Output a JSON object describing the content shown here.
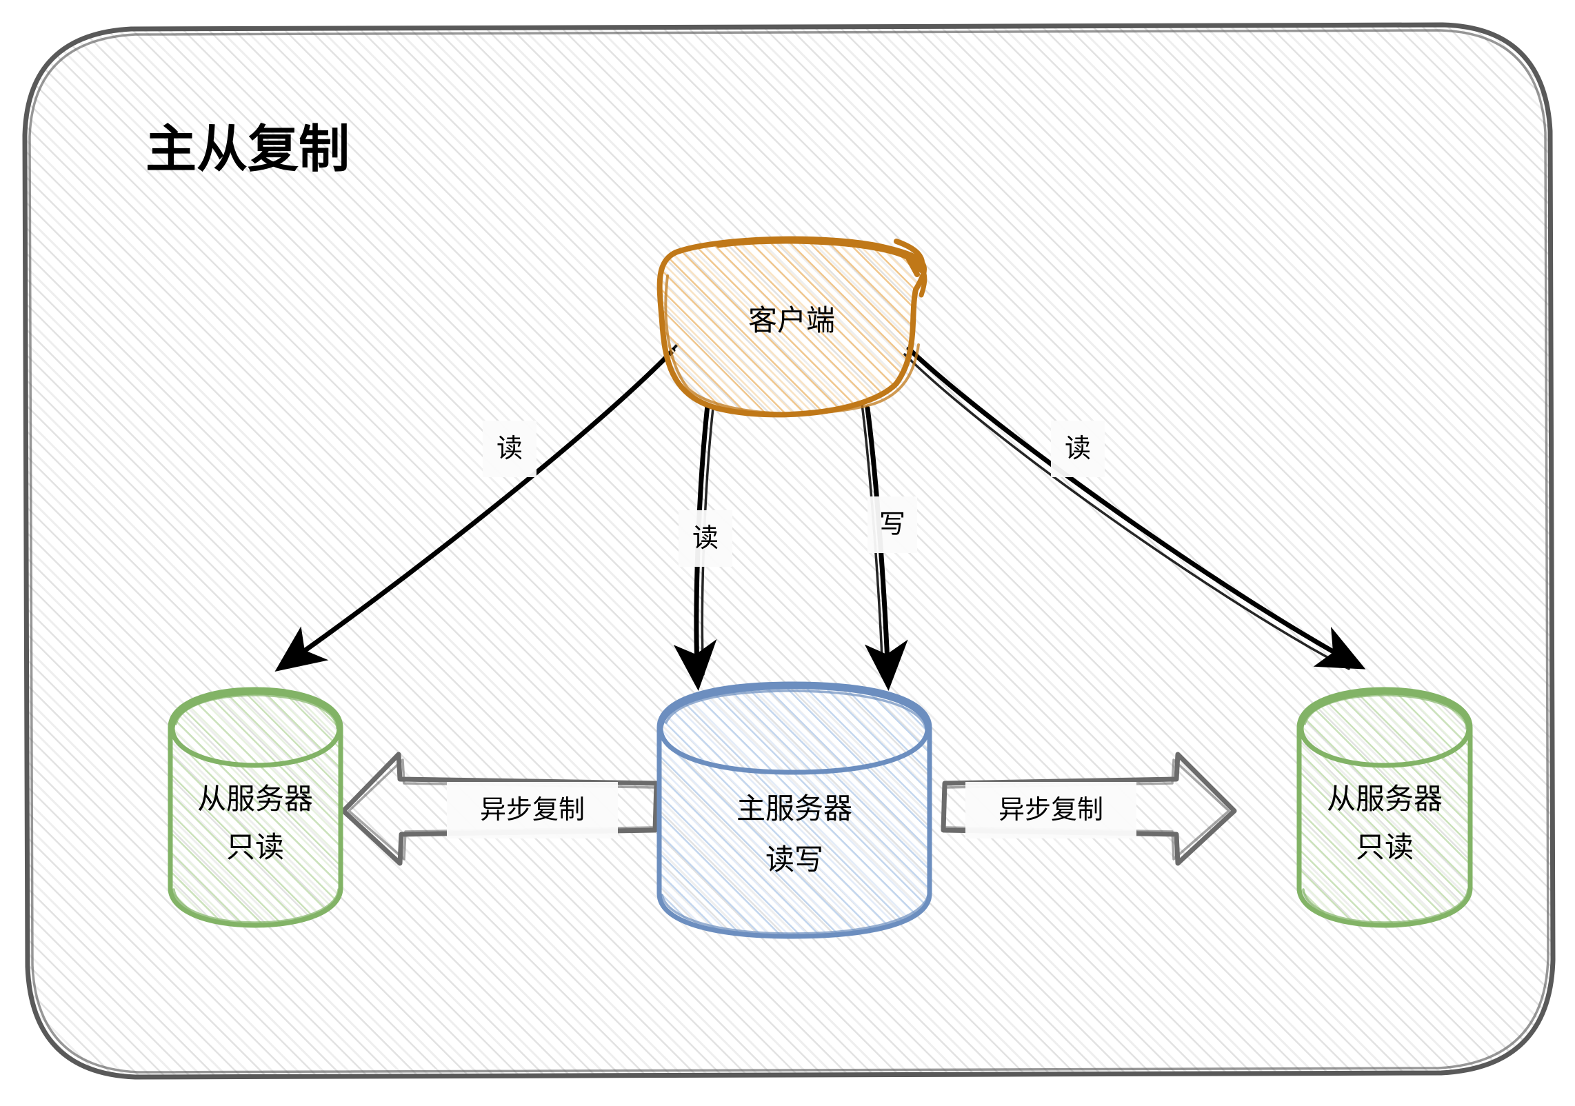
{
  "diagram": {
    "title": "主从复制",
    "background": "#ffffff",
    "frame": {
      "name": "outer-frame",
      "stroke": "#595959",
      "fill_hatch": "#e6e6e6"
    },
    "palette": {
      "client_stroke": "#c07818",
      "client_hatch": "#f3c98b",
      "master_stroke": "#6c8ebf",
      "master_hatch": "#b1c9e8",
      "slave_stroke": "#82b366",
      "slave_hatch": "#b6d7a0",
      "arrow_black": "#000000",
      "arrow_gray": "#666666",
      "text": "#000000"
    },
    "nodes": [
      {
        "id": "client",
        "name": "client-node",
        "shape": "ellipse",
        "label": "客户端",
        "stroke": "#c07818",
        "hatch": "#f3c98b"
      },
      {
        "id": "slave-left",
        "name": "slave-left-node",
        "shape": "cylinder",
        "label_line1": "从服务器",
        "label_line2": "只读",
        "stroke": "#82b366",
        "hatch": "#b6d7a0"
      },
      {
        "id": "master",
        "name": "master-node",
        "shape": "cylinder",
        "label_line1": "主服务器",
        "label_line2": "读写",
        "stroke": "#6c8ebf",
        "hatch": "#b1c9e8"
      },
      {
        "id": "slave-right",
        "name": "slave-right-node",
        "shape": "cylinder",
        "label_line1": "从服务器",
        "label_line2": "只读",
        "stroke": "#82b366",
        "hatch": "#b6d7a0"
      }
    ],
    "edges": [
      {
        "id": "client-to-slave-left",
        "name": "edge-client-read-slave-left",
        "from": "client",
        "to": "slave-left",
        "label": "读",
        "style": "thin-black-arrow"
      },
      {
        "id": "client-read-master",
        "name": "edge-client-read-master",
        "from": "client",
        "to": "master",
        "label": "读",
        "style": "thin-black-arrow"
      },
      {
        "id": "client-write-master",
        "name": "edge-client-write-master",
        "from": "client",
        "to": "master",
        "label": "写",
        "style": "thin-black-arrow"
      },
      {
        "id": "client-to-slave-right",
        "name": "edge-client-read-slave-right",
        "from": "client",
        "to": "slave-right",
        "label": "读",
        "style": "thin-black-arrow"
      },
      {
        "id": "master-to-slave-left",
        "name": "edge-replication-left",
        "from": "master",
        "to": "slave-left",
        "label": "异步复制",
        "style": "gray-block-arrow"
      },
      {
        "id": "master-to-slave-right",
        "name": "edge-replication-right",
        "from": "master",
        "to": "slave-right",
        "label": "异步复制",
        "style": "gray-block-arrow"
      }
    ]
  }
}
